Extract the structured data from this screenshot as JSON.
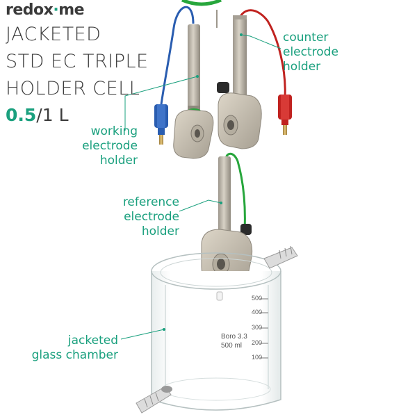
{
  "brand": {
    "prefix": "redox",
    "dot": "·",
    "suffix": "me"
  },
  "title": {
    "lines": [
      "JACKETED",
      "STD EC TRIPLE",
      "HOLDER CELL"
    ],
    "volume_accent": "0.5",
    "volume_rest": "/1 L"
  },
  "labels": {
    "counter": [
      "counter",
      "electrode",
      "holder"
    ],
    "working": [
      "working",
      "electrode",
      "holder"
    ],
    "reference": [
      "reference",
      "electrode",
      "holder"
    ],
    "chamber": [
      "jacketed",
      "glass chamber"
    ]
  },
  "glass_marking": {
    "line1": "Boro 3.3",
    "line2": "500 ml"
  },
  "graduations": [
    "500",
    "400",
    "300",
    "200",
    "100"
  ],
  "colors": {
    "accent": "#1aa07e",
    "blue_lead": "#2a5db0",
    "red_lead": "#c0221f",
    "green_lead": "#27a63c",
    "holder": "#cfc7b8",
    "rod": "#bfbab0"
  }
}
